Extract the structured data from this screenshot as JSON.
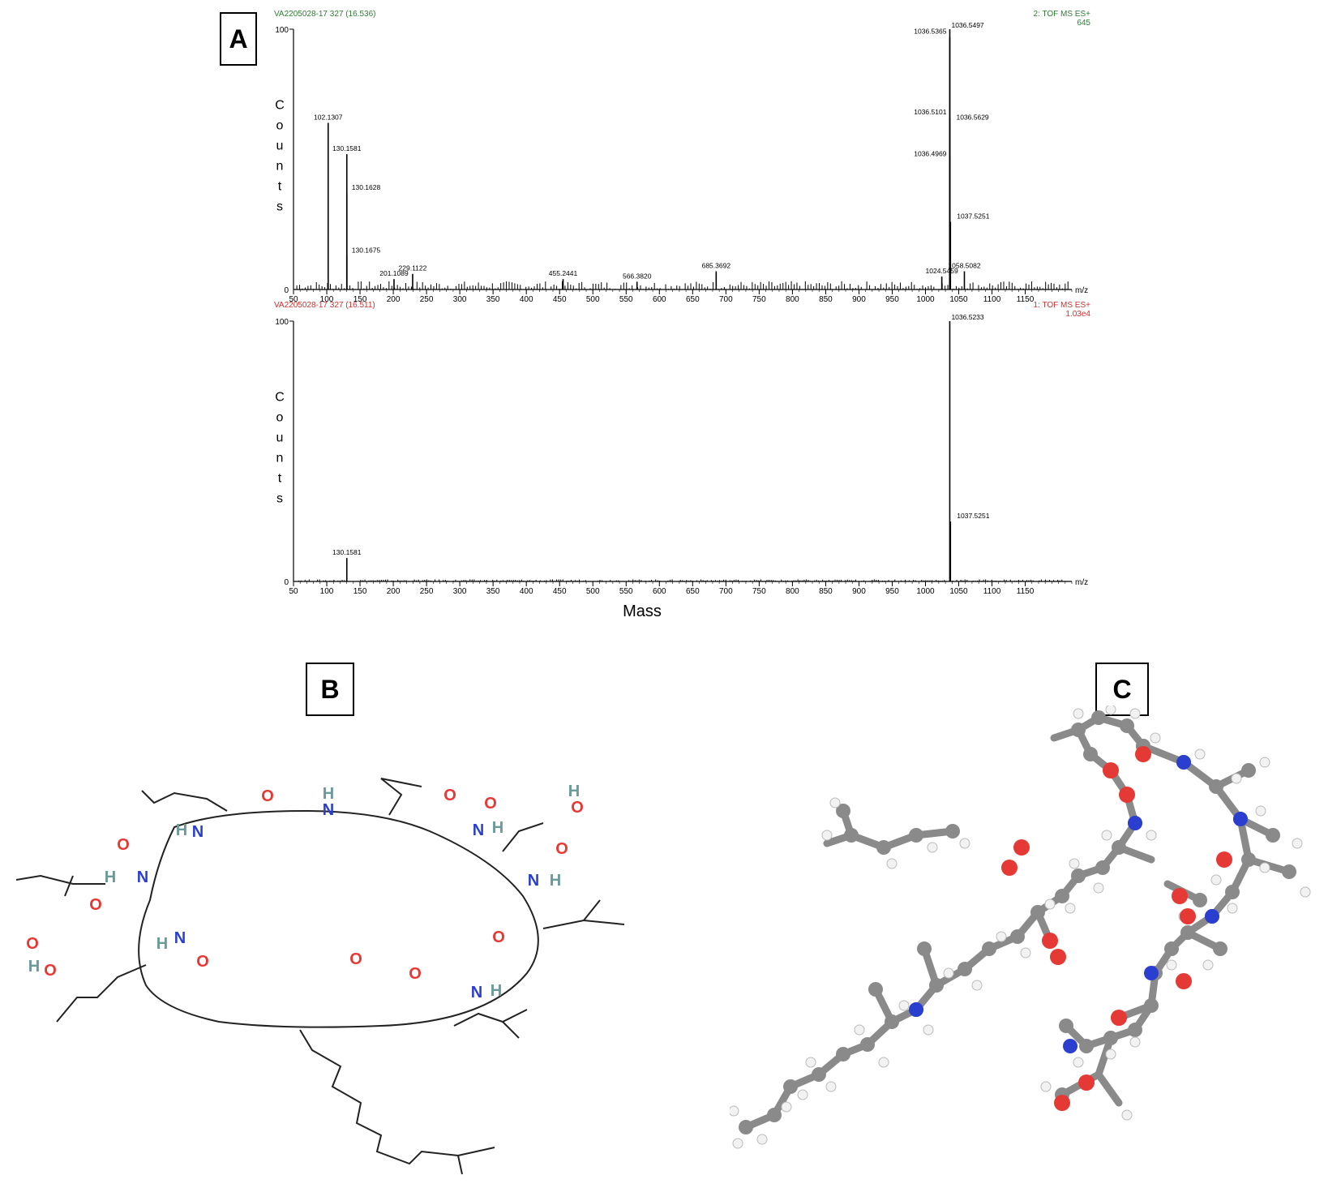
{
  "panels": {
    "a": "A",
    "b": "B",
    "c": "C"
  },
  "colors": {
    "top_header": "#2e7d32",
    "bottom_header": "#d32f2f",
    "oxygen": "#e53935",
    "nitrogen": "#2a3fd0",
    "hydrogen_label": "#6a9a9a",
    "carbon": "#8a8a8a"
  },
  "chart_data": [
    {
      "type": "bar",
      "title": "VA2205028-17 327 (16.536)",
      "mode": "2: TOF MS ES+",
      "intensity": "645",
      "ylabel": "Counts",
      "x_unit": "m/z",
      "y_max_label": "100",
      "y_min_label": "0",
      "xlim": [
        50,
        1220
      ],
      "ylim": [
        0,
        100
      ],
      "xticks": [
        50,
        100,
        150,
        200,
        250,
        300,
        350,
        400,
        450,
        500,
        550,
        600,
        650,
        700,
        750,
        800,
        850,
        900,
        950,
        1000,
        1050,
        1100,
        1150
      ],
      "peaks": [
        {
          "x": 102.1307,
          "y": 64,
          "label": "102.1307"
        },
        {
          "x": 130.1581,
          "y": 52,
          "label": "130.1581"
        },
        {
          "x": 130.1628,
          "y": 37,
          "label": "130.1628"
        },
        {
          "x": 130.1675,
          "y": 13,
          "label": "130.1675"
        },
        {
          "x": 201.1089,
          "y": 4,
          "label": "201.1089"
        },
        {
          "x": 229.1122,
          "y": 6,
          "label": "229.1122"
        },
        {
          "x": 455.2441,
          "y": 4,
          "label": "455.2441"
        },
        {
          "x": 566.382,
          "y": 3,
          "label": "566.3820"
        },
        {
          "x": 685.3692,
          "y": 7,
          "label": "685.3692"
        },
        {
          "x": 1024.5459,
          "y": 5,
          "label": "1024.5459"
        },
        {
          "x": 1036.4969,
          "y": 50,
          "label": "1036.4969"
        },
        {
          "x": 1036.5101,
          "y": 66,
          "label": "1036.5101"
        },
        {
          "x": 1036.5365,
          "y": 97,
          "label": "1036.5365"
        },
        {
          "x": 1036.5497,
          "y": 100,
          "label": "1036.5497"
        },
        {
          "x": 1036.5629,
          "y": 64,
          "label": "1036.5629"
        },
        {
          "x": 1037.5251,
          "y": 26,
          "label": "1037.5251"
        },
        {
          "x": 1058.5082,
          "y": 7,
          "label": "1058.5082"
        }
      ]
    },
    {
      "type": "bar",
      "title": "VA2205028-17 327 (16.511)",
      "mode": "1: TOF MS ES+",
      "intensity": "1.03e4",
      "ylabel": "Counts",
      "xlabel": "Mass",
      "x_unit": "m/z",
      "y_max_label": "100",
      "y_min_label": "0",
      "xlim": [
        50,
        1220
      ],
      "ylim": [
        0,
        100
      ],
      "xticks": [
        50,
        100,
        150,
        200,
        250,
        300,
        350,
        400,
        450,
        500,
        550,
        600,
        650,
        700,
        750,
        800,
        850,
        900,
        950,
        1000,
        1050,
        1100,
        1150
      ],
      "peaks": [
        {
          "x": 130.1581,
          "y": 9,
          "label": "130.1581"
        },
        {
          "x": 1036.5233,
          "y": 100,
          "label": "1036.5233"
        },
        {
          "x": 1037.5251,
          "y": 23,
          "label": "1037.5251"
        }
      ]
    }
  ],
  "structure_2d": {
    "labels": [
      "O",
      "H",
      "N",
      "O",
      "O",
      "H",
      "O",
      "H",
      "N",
      "N",
      "H",
      "O",
      "O",
      "N",
      "H",
      "H",
      "N",
      "O",
      "N",
      "H",
      "O",
      "O",
      "N",
      "H",
      "O",
      "H",
      "O",
      "O",
      "O"
    ]
  }
}
